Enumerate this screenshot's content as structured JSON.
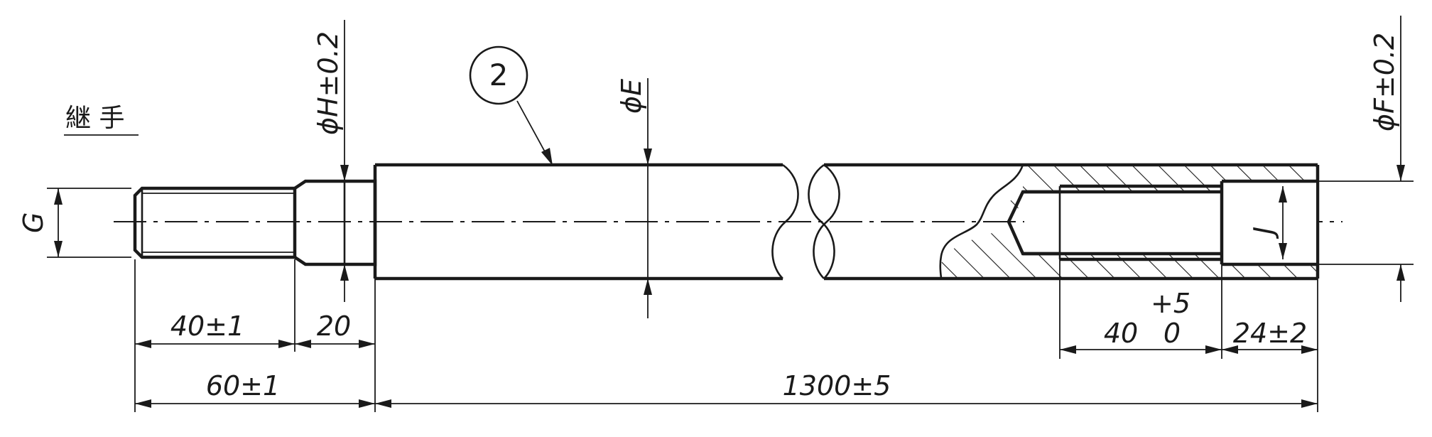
{
  "drawing": {
    "joint_label": "継 手",
    "part_number": "2",
    "labels": {
      "G": "G",
      "phi_H": "ϕH±0.2",
      "phi_E": "ϕE",
      "phi_F": "ϕF±0.2",
      "J": "J"
    },
    "dimensions": {
      "thread_length": "40±1",
      "neck_length": "20",
      "joint_length": "60±1",
      "total_length": "1300±5",
      "bore_tol_upper": "+5",
      "bore_depth": "40",
      "bore_tol_lower": "0",
      "counterbore_depth": "24±2"
    }
  }
}
